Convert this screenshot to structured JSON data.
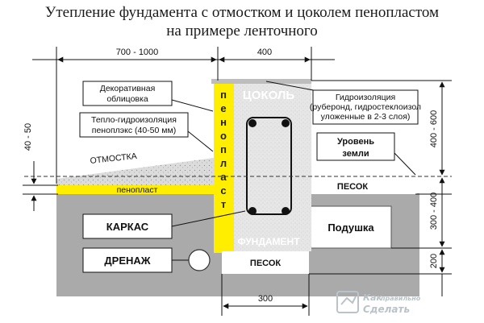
{
  "title_line1": "Утепление фундамента с отмостком и цоколем пенопластом",
  "title_line2": "на примере ленточного",
  "dimensions": {
    "top_left": "700 - 1000",
    "top_right": "400",
    "left_vertical": "40 - 50",
    "right_upper": "400 - 600",
    "right_middle": "300 - 400",
    "right_lower": "200",
    "bottom": "300"
  },
  "labels": {
    "cladding_line1": "Декоративная",
    "cladding_line2": "облицовка",
    "insulation_line1": "Тепло-гидроизоляция",
    "insulation_line2": "пеноплэкс (40-50 мм)",
    "blind_area": "ОТМОСТКА",
    "foam_horizontal": "пенопласт",
    "foam_vertical": [
      "п",
      "е",
      "н",
      "о",
      "п",
      "л",
      "а",
      "с",
      "т"
    ],
    "plinth": "ЦОКОЛЬ",
    "waterproof_line1": "Гидроизоляция",
    "waterproof_line2": "(руберонд, гидростеклоизол",
    "waterproof_line3": "уложенные в 2-3 слоя)",
    "ground_level_line1": "Уровень",
    "ground_level_line2": "земли",
    "sand_right": "ПЕСОК",
    "frame": "КАРКАС",
    "cushion": "Подушка",
    "drainage": "ДРЕНАЖ",
    "foundation": "ФУНДАМЕНТ",
    "sand_bottom": "ПЕСОК"
  },
  "watermark": {
    "line1": "Как",
    "line2": "правильно",
    "line3": "Сделать"
  },
  "colors": {
    "ground": "#aaaaaa",
    "foam": "#ffee00",
    "concrete": "#e4e4e4",
    "sand": "#ffffff"
  }
}
